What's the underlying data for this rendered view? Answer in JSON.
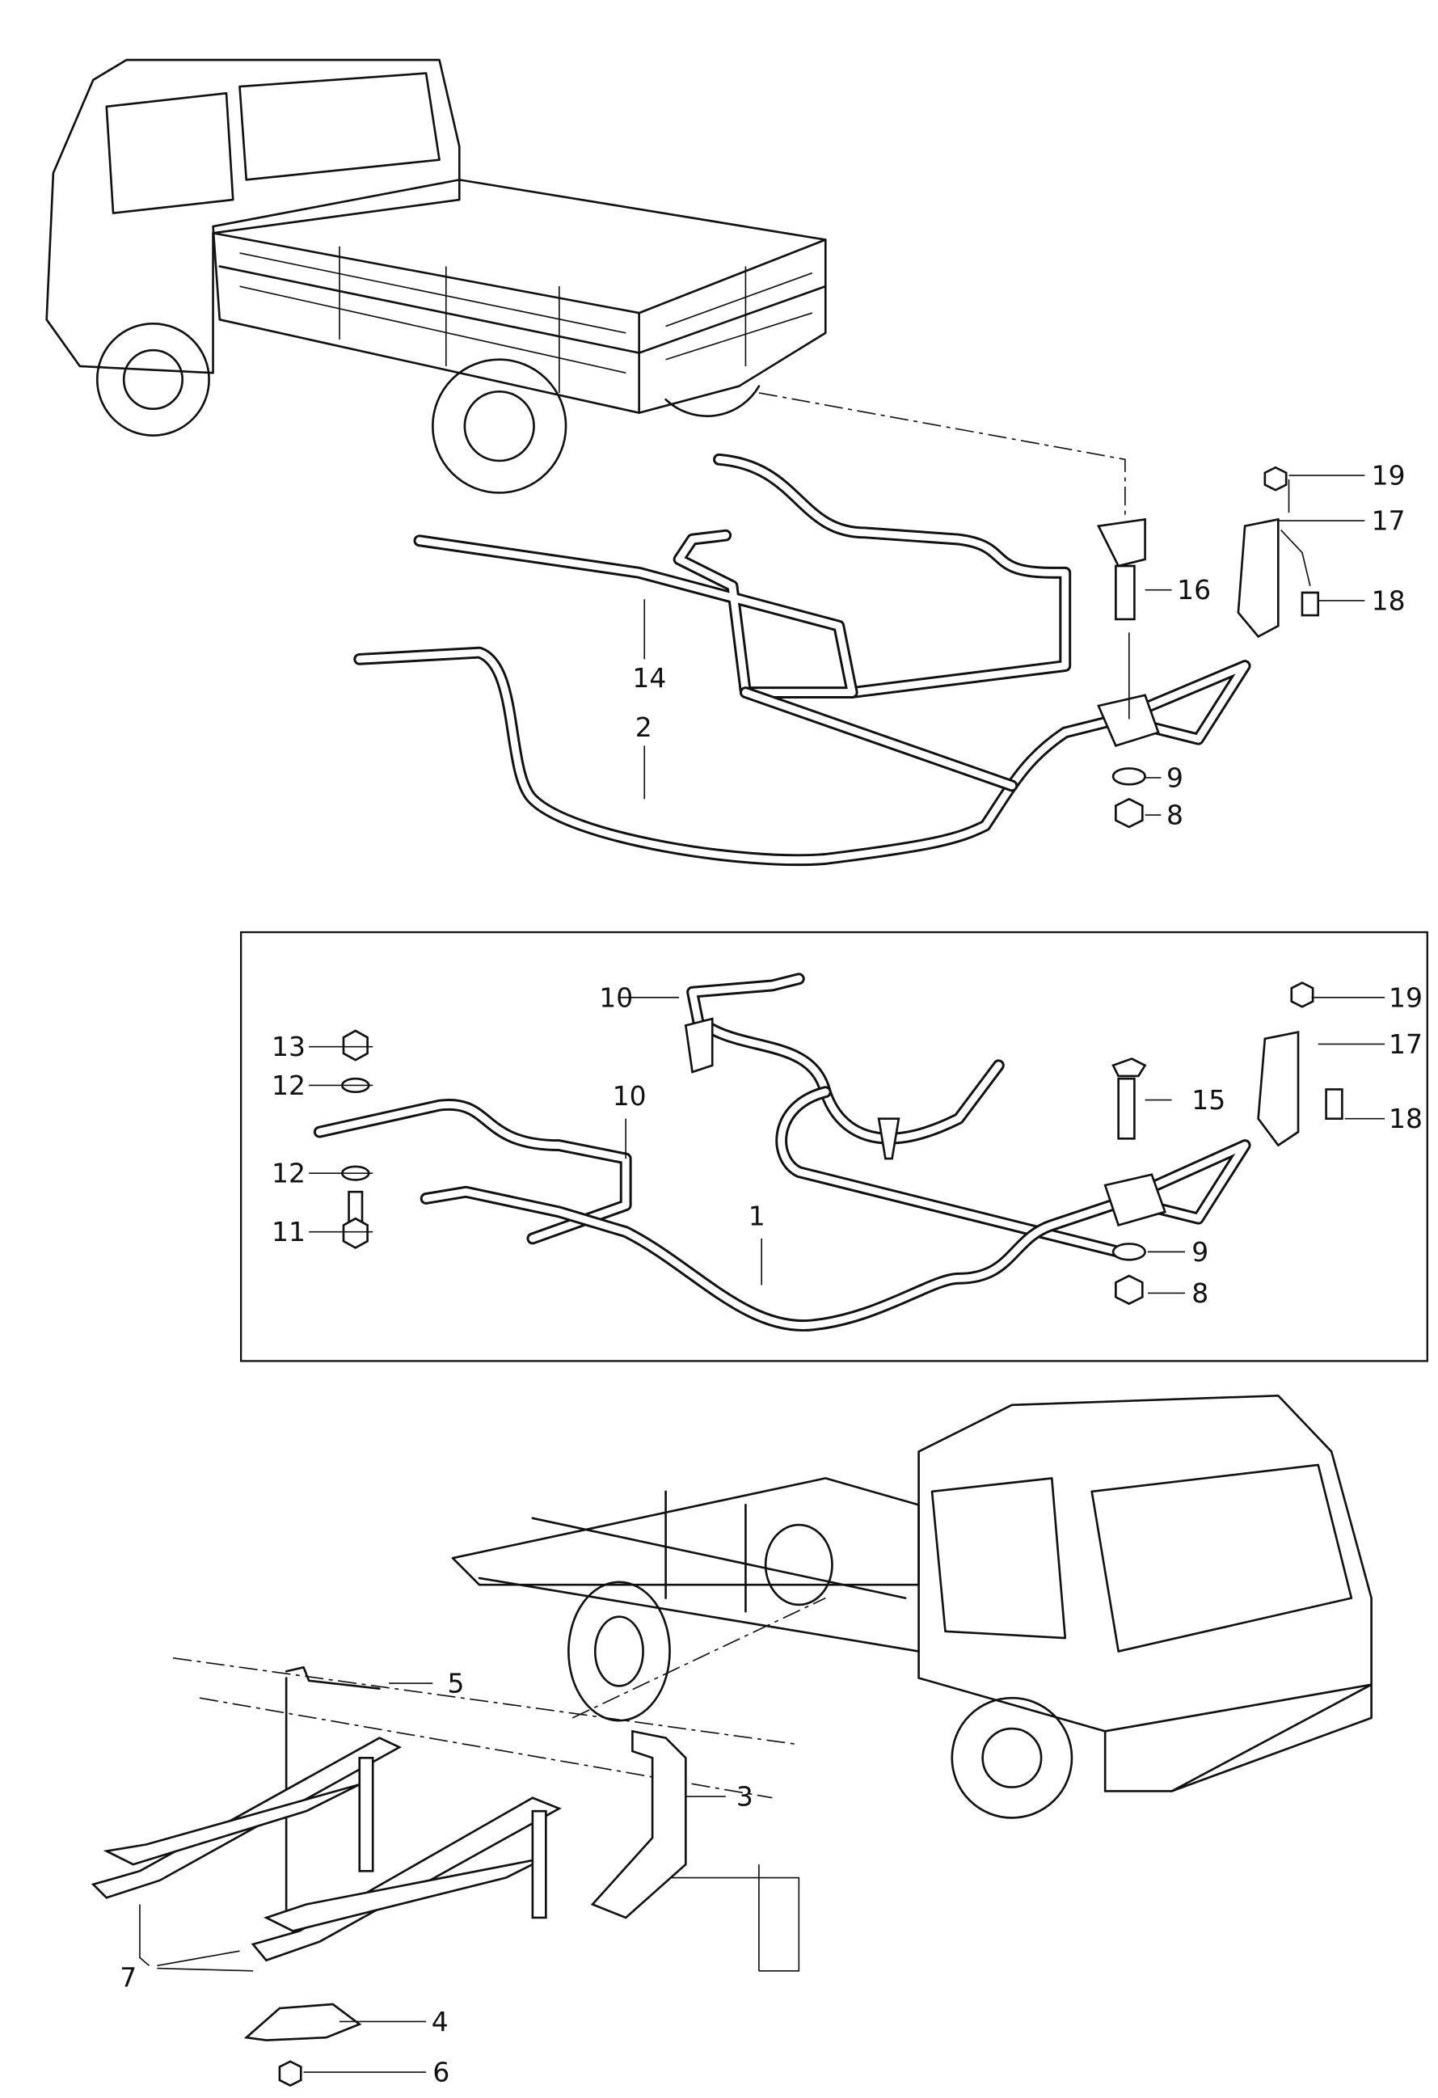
{
  "diagram": {
    "callouts_top": {
      "nut_19": "19",
      "bracket_17": "17",
      "bolt_18": "18",
      "stud_16": "16",
      "rod_14": "14",
      "rod_2": "2",
      "washer_9": "9",
      "nut_8": "8"
    },
    "callouts_inset": {
      "bracket_10_top": "10",
      "nut_13": "13",
      "washer_12_top": "12",
      "bracket_10_mid": "10",
      "stud_15": "15",
      "nut_19": "19",
      "bracket_17": "17",
      "bolt_18": "18",
      "washer_12_bottom": "12",
      "bolt_11": "11",
      "rod_1": "1",
      "washer_9": "9",
      "nut_8": "8"
    },
    "callouts_bottom": {
      "spring_5": "5",
      "bracket_3": "3",
      "jack_7": "7",
      "plate_4": "4",
      "nut_6": "6"
    }
  }
}
